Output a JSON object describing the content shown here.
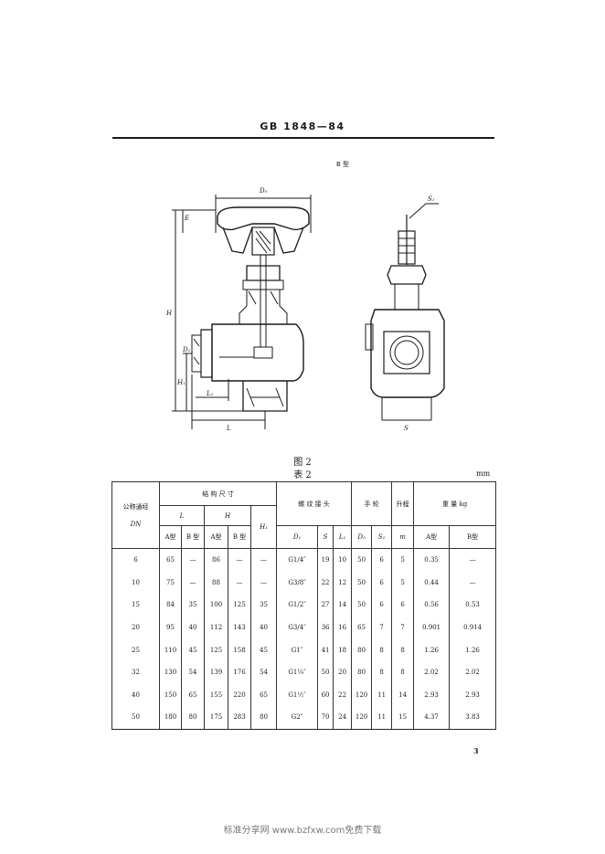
{
  "header": {
    "standard": "GB 1848—84"
  },
  "drawing": {
    "type_label": "B 型",
    "dims": {
      "d0": "D₀",
      "e": "E",
      "h": "H",
      "h1": "H₁",
      "d1": "D₁",
      "l": "L",
      "l1": "L₁",
      "s": "S",
      "s1": "S₁"
    }
  },
  "figure_caption": "图 2",
  "table_caption": "表 2",
  "unit": "mm",
  "table": {
    "headers": {
      "dn_name": "公称通经",
      "dn_symbol": "DN",
      "structure": "结 构 尺 寸",
      "thread": "螺 纹 接 头",
      "handwheel": "手 轮",
      "lift": "升程",
      "weight": "重 量 kg",
      "L": "L",
      "H": "H",
      "H1": "H₁",
      "a_type": "A型",
      "b_type": "B 型",
      "D1": "D₁",
      "S": "S",
      "L1": "L₁",
      "D0": "D₀",
      "S1": "S₁",
      "m": "m",
      "wa": "A型",
      "wb": "B型"
    },
    "rows": [
      [
        "6",
        "65",
        "—",
        "86",
        "—",
        "—",
        "G1/4″",
        "19",
        "10",
        "50",
        "6",
        "5",
        "0.35",
        "—"
      ],
      [
        "10",
        "75",
        "—",
        "88",
        "—",
        "—",
        "G3/8″",
        "22",
        "12",
        "50",
        "6",
        "5",
        "0.44",
        "—"
      ],
      [
        "15",
        "84",
        "35",
        "100",
        "125",
        "35",
        "G1/2″",
        "27",
        "14",
        "50",
        "6",
        "6",
        "0.56",
        "0.53"
      ],
      [
        "20",
        "95",
        "40",
        "112",
        "143",
        "40",
        "G3/4″",
        "36",
        "16",
        "65",
        "7",
        "7",
        "0.901",
        "0.914"
      ],
      [
        "25",
        "110",
        "45",
        "125",
        "158",
        "45",
        "G1″",
        "41",
        "18",
        "80",
        "8",
        "8",
        "1.26",
        "1.26"
      ],
      [
        "32",
        "130",
        "54",
        "139",
        "176",
        "54",
        "G1¼″",
        "50",
        "20",
        "80",
        "8",
        "8",
        "2.02",
        "2.02"
      ],
      [
        "40",
        "150",
        "65",
        "155",
        "220",
        "65",
        "G1½″",
        "60",
        "22",
        "120",
        "11",
        "14",
        "2.93",
        "2.93"
      ],
      [
        "50",
        "180",
        "80",
        "175",
        "283",
        "80",
        "G2″",
        "70",
        "24",
        "120",
        "11",
        "15",
        "4.37",
        "3.83"
      ]
    ]
  },
  "page_number": "3",
  "watermark": "标准分享网 www.bzfxw.com免费下载"
}
